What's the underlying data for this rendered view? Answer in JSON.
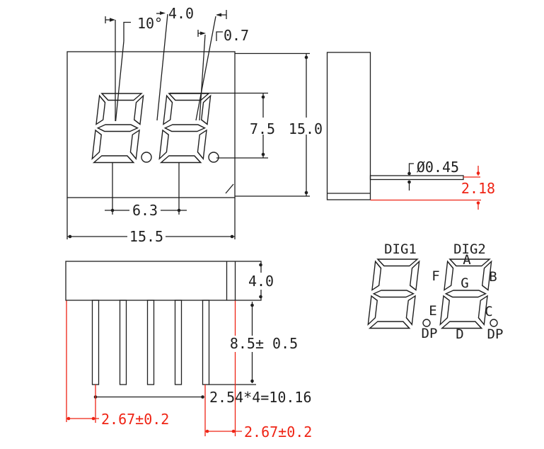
{
  "drawing": {
    "type": "7-segment LED display mechanical drawing",
    "colors": {
      "ink": "#1f1f1f",
      "accent_red": "#ef2415",
      "background": "#ffffff"
    }
  },
  "front_view": {
    "angle": "10°",
    "digit_width": "4.0",
    "segment_width": "0.7",
    "digit_height": "7.5",
    "overall_height": "15.0",
    "digit_pitch": "6.3",
    "overall_width": "15.5"
  },
  "side_view": {
    "pin_diameter": "Ø0.45",
    "lead_offset": "2.18"
  },
  "bottom_view": {
    "body_thickness": "4.0",
    "pin_length": "8.5± 0.5",
    "pin_pitch": "2.54*4=10.16",
    "left_overhang": "2.67±0.2",
    "right_overhang": "2.67±0.2"
  },
  "segment_diagram": {
    "dig1": "DIG1",
    "dig2": "DIG2",
    "seg_a": "A",
    "seg_b": "B",
    "seg_c": "C",
    "seg_d": "D",
    "seg_e": "E",
    "seg_f": "F",
    "seg_g": "G",
    "dp_left": "DP",
    "dp_right": "DP"
  }
}
